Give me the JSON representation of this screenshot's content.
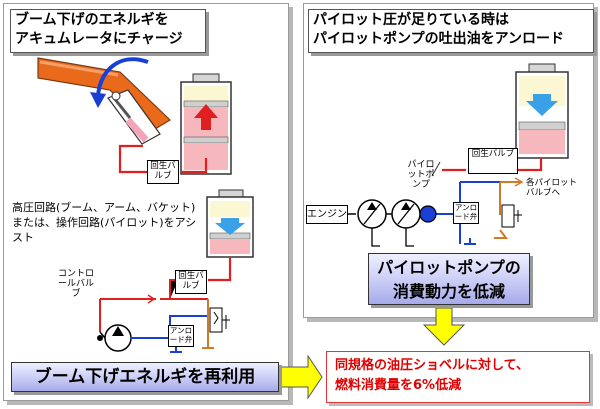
{
  "left_panel": {
    "title_line1": "ブーム下げのエネルギを",
    "title_line2": "アキュムレータにチャージ",
    "regen_valve_top": "回生バルブ",
    "note": "高圧回路(ブーム、アーム、バケット)または、操作回路(パイロット)をアシスト",
    "control_valve": "コントロールバルブ",
    "regen_valve_bottom": "回生バルブ",
    "unload_valve": "アンロード弁",
    "banner": "ブーム下げエネルギを再利用"
  },
  "right_panel": {
    "title_line1": "パイロット圧が足りている時は",
    "title_line2": "パイロットポンプの吐出油をアンロード",
    "pilot_pump": "パイロットポンプ",
    "regen_valve": "回生バルブ",
    "to_pilot_valves": "各パイロットバルブへ",
    "engine": "エンジン",
    "unload_valve": "アンロード弁",
    "banner_line1": "パイロットポンプの",
    "banner_line2": "消費動力を低減"
  },
  "result": {
    "line1": "同規格の油圧ショベルに対して、",
    "line2": "燃料消費量を6%低減"
  },
  "colors": {
    "hydraulic_line": "#e02020",
    "pilot_line": "#1a3fd6",
    "unload_line": "#d07a28",
    "boom": "#ea6a1c",
    "accumulator_top": "#d6d6d6",
    "accumulator_red": "#f7b8bd",
    "accumulator_blue": "#fbf7d3",
    "result_text": "#e00000",
    "arrow_yellow": "#ffff00"
  }
}
